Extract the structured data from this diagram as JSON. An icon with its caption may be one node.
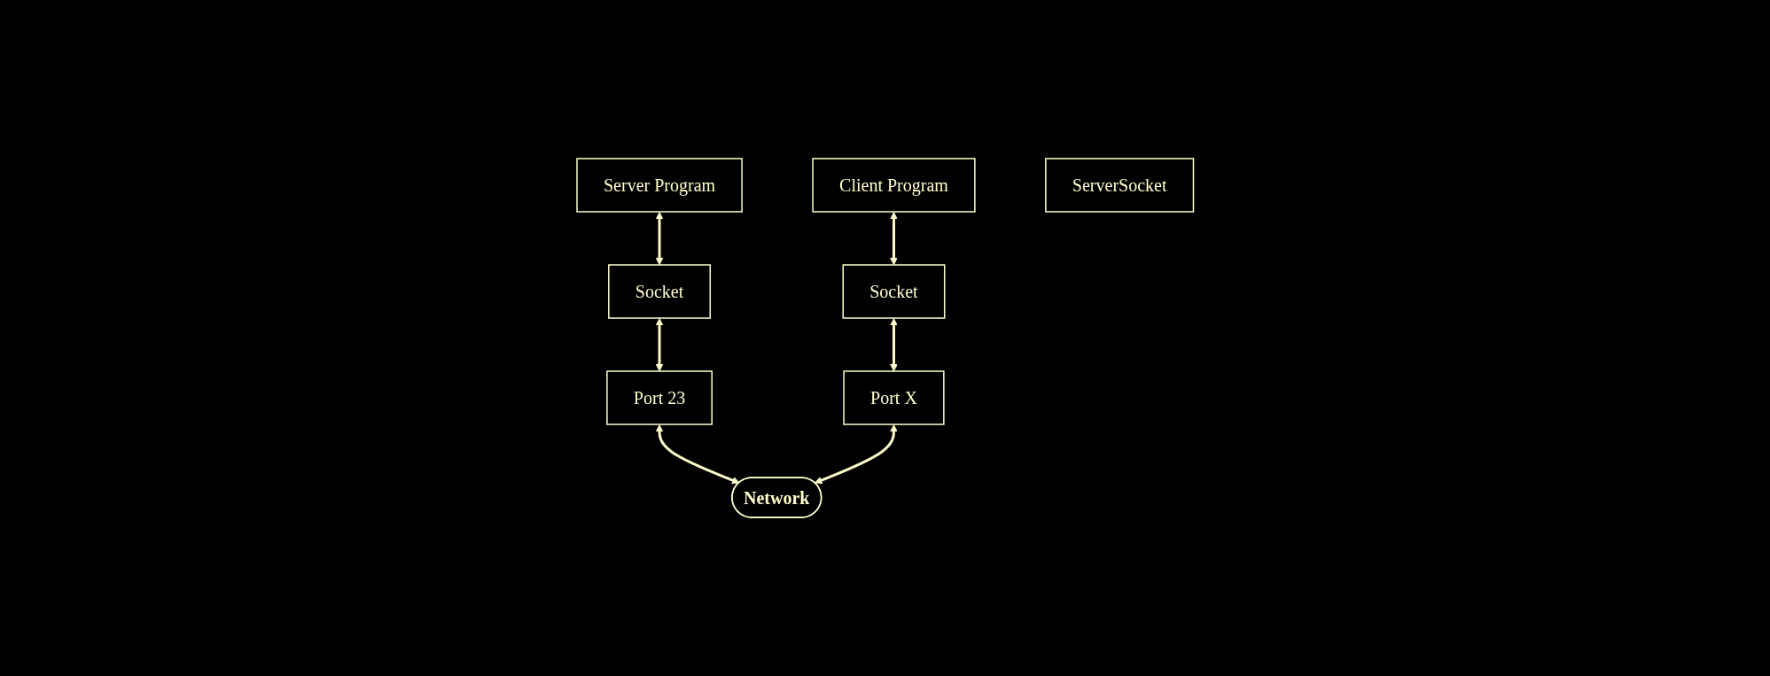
{
  "diagram": {
    "nodes": [
      {
        "text": [
          "Server Program"
        ]
      },
      {
        "text": [
          "Client Program"
        ]
      },
      {
        "text": [
          "ServerSocket"
        ]
      },
      {
        "text": [
          "Socket"
        ]
      },
      {
        "text": [
          "Socket"
        ]
      },
      {
        "text": [
          "Port 23"
        ]
      },
      {
        "text": [
          "Port X"
        ]
      },
      {
        "text": [
          "Network"
        ]
      }
    ],
    "edges": [
      {
        "from": 0,
        "to": 3,
        "arrow": "both"
      },
      {
        "from": 1,
        "to": 4,
        "arrow": "both"
      },
      {
        "from": 3,
        "to": 5,
        "arrow": "both"
      },
      {
        "from": 4,
        "to": 6,
        "arrow": "both"
      },
      {
        "from": 5,
        "to": 7,
        "arrow": "both"
      },
      {
        "from": 6,
        "to": 7,
        "arrow": "both"
      }
    ]
  }
}
